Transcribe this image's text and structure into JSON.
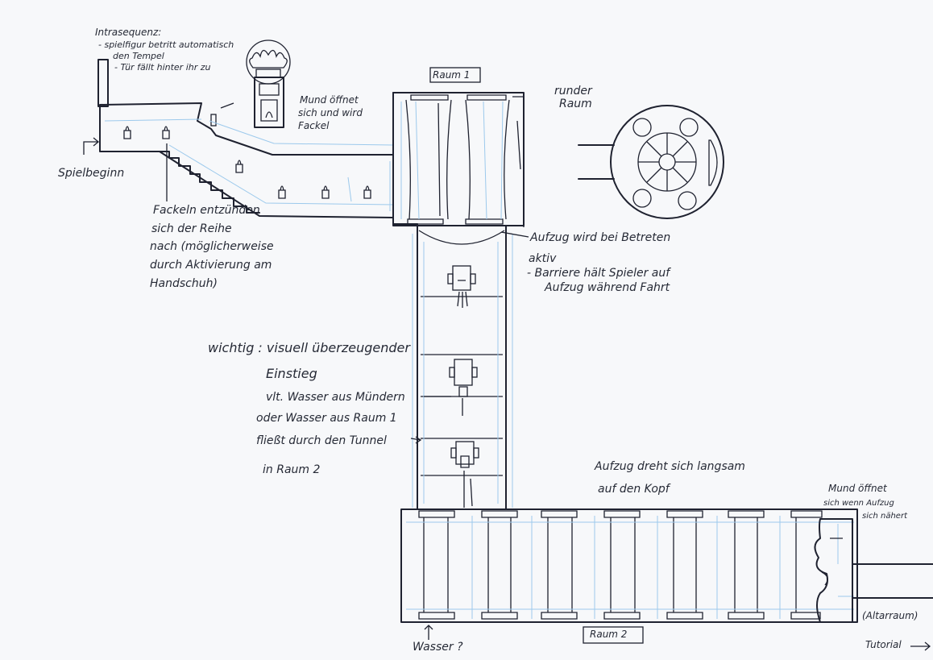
{
  "labels": {
    "intro_title": "Intrasequenz:",
    "intro_line1": "- spielfigur betritt automatisch",
    "intro_line2": "den Tempel",
    "intro_line3": "- Tür fällt hinter ihr zu",
    "spielbeginn": "Spielbeginn",
    "mouth_torch_line1": "Mund öffnet",
    "mouth_torch_line2": "sich und wird",
    "mouth_torch_line3": "Fackel",
    "raum1": "Raum 1",
    "round_room_line1": "runder",
    "round_room_line2": "Raum",
    "torches_line1": "Fackeln entzünden",
    "torches_line2": "sich der Reihe",
    "torches_line3": "nach (möglicherweise",
    "torches_line4": "durch Aktivierung am",
    "torches_line5": "Handschuh)",
    "lift_line1": "Aufzug wird bei Betreten",
    "lift_line2": "aktiv",
    "lift_line3": "- Barriere hält Spieler auf",
    "lift_line4": "Aufzug während Fahrt",
    "important_line1": "wichtig : visuell überzeugender",
    "important_line2": "Einstieg",
    "important_line3": "vlt. Wasser aus Mündern",
    "important_line4": "oder Wasser aus Raum 1",
    "important_line5": "fließt durch den Tunnel",
    "important_line6": "in Raum 2",
    "rotate_line1": "Aufzug dreht sich langsam",
    "rotate_line2": "auf den Kopf",
    "mouth_opens_line1": "Mund öffnet",
    "mouth_opens_line2": "sich wenn Aufzug",
    "mouth_opens_line3": "sich nähert",
    "wasser": "Wasser ?",
    "raum2": "Raum 2",
    "altarraum": "(Altarraum)",
    "tutorial": "Tutorial"
  },
  "colors": {
    "ink": "#1f2230",
    "guide": "#9cc9ec",
    "paper": "#f7f8fa"
  }
}
